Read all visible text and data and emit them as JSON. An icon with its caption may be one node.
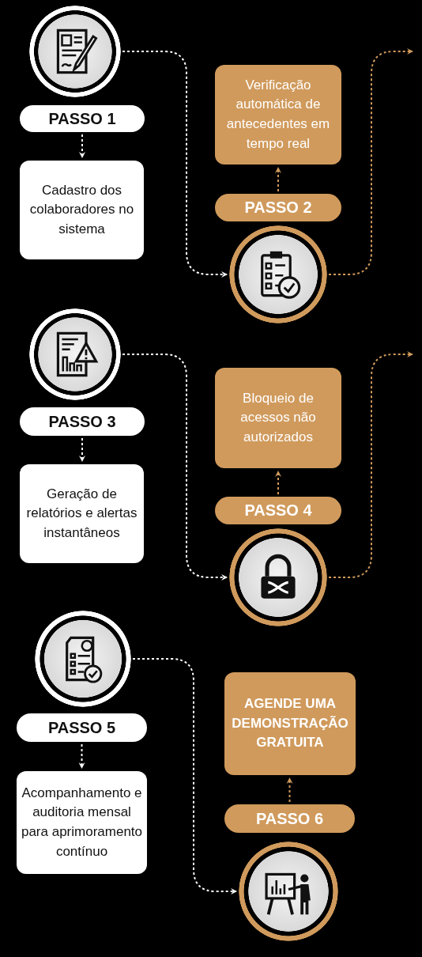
{
  "diagram": {
    "nodes": [
      {
        "text": [],
        "shape": "circle"
      },
      {
        "text": [
          "PASSO 1"
        ]
      },
      {
        "text": [
          "Cadastro dos colaboradores no sistema"
        ]
      },
      {
        "text": [
          "Verificação automática de antecedentes em tempo real"
        ]
      },
      {
        "text": [
          "PASSO 2"
        ]
      },
      {
        "text": [],
        "shape": "circle"
      },
      {
        "text": [],
        "shape": "circle"
      },
      {
        "text": [
          "PASSO 3"
        ]
      },
      {
        "text": [
          "Geração de relatórios e alertas instantâneos"
        ]
      },
      {
        "text": [
          "Bloqueio de acessos não autorizados"
        ]
      },
      {
        "text": [
          "PASSO 4"
        ]
      },
      {
        "text": [],
        "shape": "circle"
      },
      {
        "text": [],
        "shape": "circle"
      },
      {
        "text": [
          "PASSO 5"
        ]
      },
      {
        "text": [
          "Acompanhamento e auditoria mensal para aprimoramento contínuo"
        ]
      },
      {
        "text": [
          "AGENDE UMA DEMONSTRAÇÃO GRATUITA"
        ]
      },
      {
        "text": [
          "PASSO 6"
        ]
      },
      {
        "text": [],
        "shape": "circle"
      }
    ],
    "edges": [
      {
        "from": 1,
        "to": 2,
        "arrow": "to",
        "style": "dashed"
      },
      {
        "from": 0,
        "to": 5,
        "arrow": "to",
        "style": "dashed"
      },
      {
        "from": 4,
        "to": 3,
        "arrow": "to",
        "style": "dashed",
        "color": "#d09a5c"
      },
      {
        "from": 5,
        "to": null,
        "arrow": "to",
        "style": "dashed",
        "color": "#d09a5c"
      },
      {
        "from": 7,
        "to": 8,
        "arrow": "to",
        "style": "dashed"
      },
      {
        "from": 6,
        "to": 11,
        "arrow": "to",
        "style": "dashed"
      },
      {
        "from": 10,
        "to": 9,
        "arrow": "to",
        "style": "dashed",
        "color": "#d09a5c"
      },
      {
        "from": 11,
        "to": null,
        "arrow": "to",
        "style": "dashed",
        "color": "#d09a5c"
      },
      {
        "from": 13,
        "to": 14,
        "arrow": "to",
        "style": "dashed"
      },
      {
        "from": 12,
        "to": 17,
        "arrow": "to",
        "style": "dashed"
      },
      {
        "from": 16,
        "to": 15,
        "arrow": "to",
        "style": "dashed",
        "color": "#d09a5c"
      }
    ]
  }
}
